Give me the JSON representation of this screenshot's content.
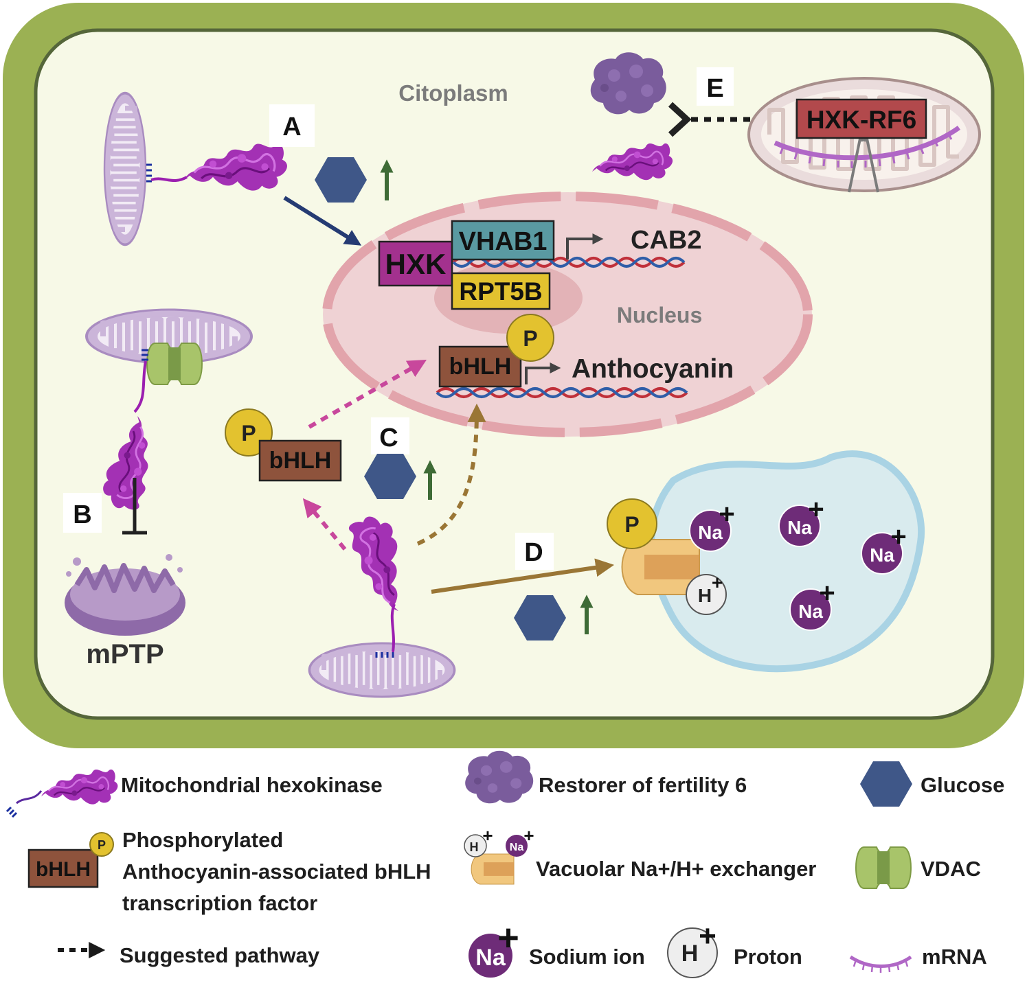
{
  "diagram": {
    "compartments": {
      "cytoplasm": "Citoplasm",
      "nucleus": "Nucleus"
    },
    "panel_letters": [
      "A",
      "B",
      "C",
      "D",
      "E"
    ],
    "genes": {
      "hxk": "HXK",
      "vhab1": "VHAB1",
      "rpt5b": "RPT5B",
      "cab2": "CAB2",
      "anthocyanin": "Anthocyanin",
      "bhlh": "bHLH",
      "phospho": "P"
    },
    "complex": "HXK-RF6",
    "mptp": "mPTP",
    "ions": {
      "na": "Na",
      "h": "H",
      "plus": "+"
    },
    "colors": {
      "cell_wall": "#9bb153",
      "cytoplasm": "#f7f9e7",
      "nucleus": "#efd2d4",
      "nuclear_envelope": "#e2a4ab",
      "mitochondria": "#cbb5d9",
      "hexokinase": "#9b1fb0",
      "glucose": "#3f5788",
      "up_arrow": "#3e6b36",
      "bhlh_box": "#8e533c",
      "phospho": "#e3c22f",
      "hxk_box": "#a3318e",
      "vhab1_box": "#5a9aa2",
      "rpt5b_box": "#e3c22f",
      "hxk_rf6_box": "#b2494c",
      "vacuole": "#d9ebee",
      "sodium": "#6e2c78",
      "pink_dashed": "#c8479c",
      "brown_dashed": "#9a7635",
      "navy_arrow": "#253b73"
    }
  },
  "legend": {
    "items": [
      {
        "icon": "mitochondrial-hexokinase-icon",
        "label": "Mitochondrial hexokinase"
      },
      {
        "icon": "rf6-protein-icon",
        "label": "Restorer of fertility 6"
      },
      {
        "icon": "glucose-hexagon-icon",
        "label": "Glucose"
      },
      {
        "icon": "phospho-bhlh-icon",
        "label_line1": "Phosphorylated",
        "label_line2": "Anthocyanin-associated bHLH",
        "label_line3": "transcription factor"
      },
      {
        "icon": "na-h-exchanger-icon",
        "label": "Vacuolar Na+/H+ exchanger"
      },
      {
        "icon": "vdac-icon",
        "label": "VDAC"
      },
      {
        "icon": "dashed-arrow-icon",
        "label": "Suggested pathway"
      },
      {
        "icon": "sodium-ion-icon",
        "label": "Sodium ion"
      },
      {
        "icon": "proton-icon",
        "label": "Proton"
      },
      {
        "icon": "mrna-icon",
        "label": "mRNA"
      }
    ]
  }
}
